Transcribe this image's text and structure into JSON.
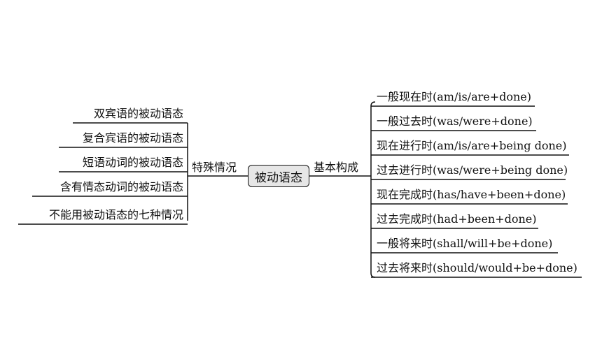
{
  "center": "被动语态",
  "left_branch": {
    "label": "特殊情况",
    "items": [
      "双宾语的被动语态",
      "复合宾语的被动语态",
      "短语动词的被动语态",
      "含有情态动词的被动语态",
      "不能用被动语态的七种情况"
    ]
  },
  "right_branch": {
    "label": "基本构成",
    "items": [
      "一般现在时(am/is/are+done)",
      "一般过去时(was/were+done)",
      "现在进行时(am/is/are+being done)",
      "过去进行时(was/were+being done)",
      "现在完成时(has/have+been+done)",
      "过去完成时(had+been+done)",
      "一般将来时(shall/will+be+done)",
      "过去将来时(should/would+be+done)"
    ]
  }
}
